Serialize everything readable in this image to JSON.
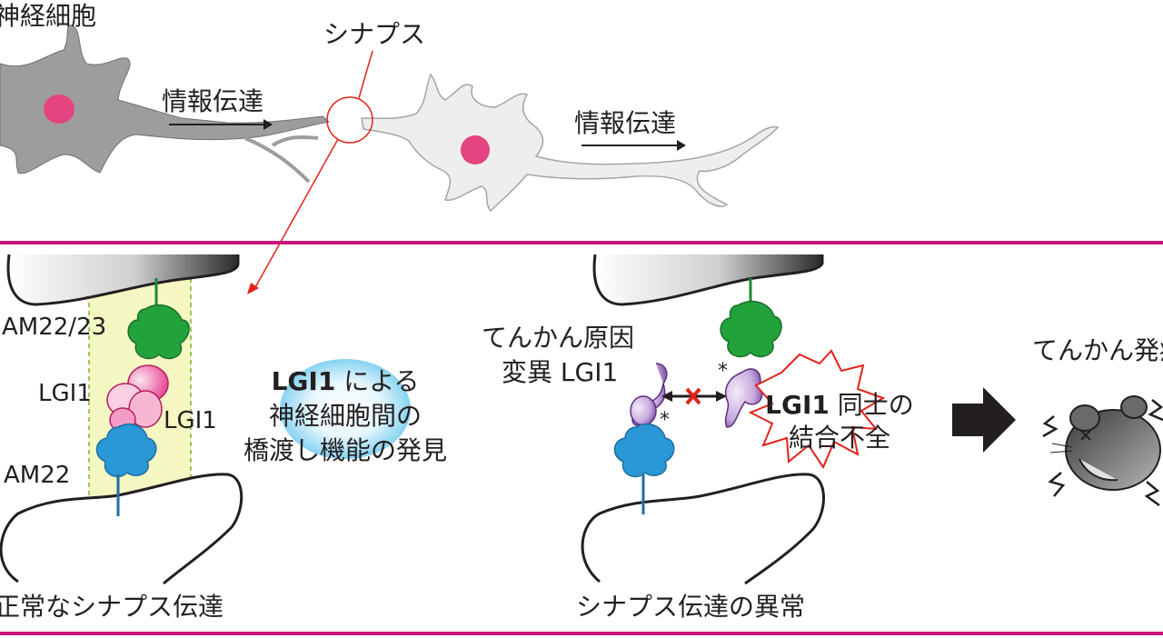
{
  "top": {
    "neuron_label": "神経細胞",
    "synapse_label": "シナプス",
    "transmission_label_1": "情報伝達",
    "transmission_label_2": "情報伝達"
  },
  "normal_panel": {
    "am2223_label": "AM22/23",
    "lgi1_left_label": "LGI1",
    "lgi1_right_label": "LGI1",
    "am22_label": "AM22",
    "finding_line1_bold": "LGI1",
    "finding_line1_rest": " による",
    "finding_line2": "神経細胞間の",
    "finding_line3": "橋渡し機能の発見",
    "caption": "正常なシナプス伝達"
  },
  "abnormal_panel": {
    "mutation_line1": "てんかん原因",
    "mutation_line2": "変異 LGI1",
    "star_left": "*",
    "star_right": "*",
    "burst_line1_bold": "LGI1",
    "burst_line1_rest": " 同士の",
    "burst_line2": "結合不全",
    "outcome_label": "てんかん発症",
    "caption": "シナプス伝達の異常"
  },
  "colors": {
    "divider": "#c8157a",
    "accent_red": "#e2231a",
    "nucleus": "#e4447f",
    "neuron_dark": "#9d9d9d",
    "neuron_light": "#eeeeee",
    "green": "#22a23b",
    "pink": "#e4338a",
    "blue": "#2a98d6",
    "purple": "#8a5cb0",
    "highlight_yellow": "#f5f7c2",
    "bubble_blue": "#7fd0f0"
  }
}
